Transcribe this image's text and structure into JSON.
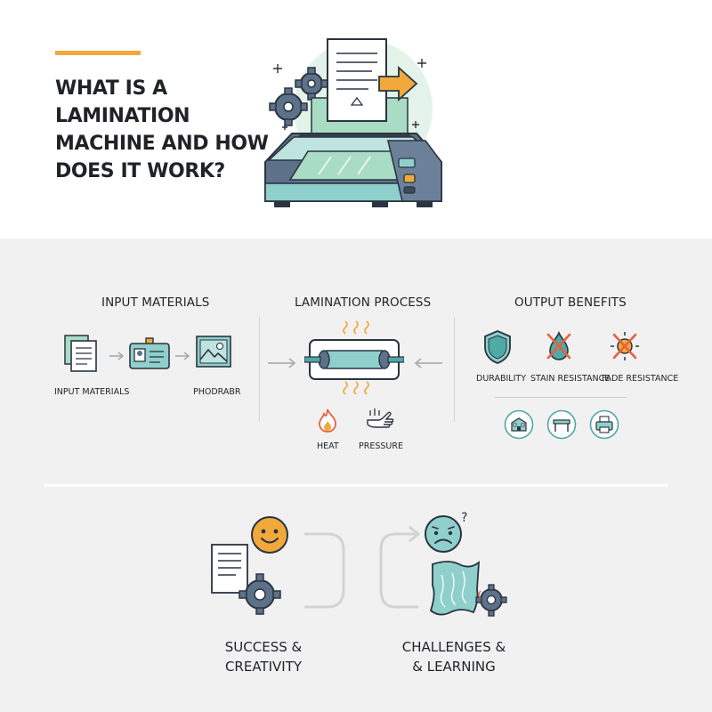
{
  "header": {
    "title": "What is a\nLamination\nMachine and How\nDoes it Work?",
    "accent_color": "#f2a93b"
  },
  "hero": {
    "icon": "laminator-machine-icon"
  },
  "sections": {
    "input": {
      "title": "INPUT MATERIALS",
      "items": [
        {
          "label": "INPUT MATERIALS",
          "icon": "documents-icon"
        },
        {
          "label": "",
          "icon": "id-card-icon"
        },
        {
          "label": "PHODRABR",
          "icon": "photo-icon"
        }
      ]
    },
    "process": {
      "title": "LAMINATION PROCESS",
      "icon": "roller-icon",
      "factors": [
        {
          "label": "HEAT",
          "icon": "flame-icon"
        },
        {
          "label": "PRESSURE",
          "icon": "press-hand-icon"
        }
      ]
    },
    "output": {
      "title": "OUTPUT BENEFITS",
      "benefits": [
        {
          "label": "DURABILITY",
          "icon": "shield-icon"
        },
        {
          "label": "STAIN RESISTANCE",
          "icon": "no-stain-icon"
        },
        {
          "label": "FADE RESISTANCE",
          "icon": "no-fade-icon"
        }
      ],
      "uses": [
        "school-icon",
        "desk-icon",
        "printer-icon"
      ]
    }
  },
  "outcomes": [
    {
      "label": "SUCCESS &\nCREATIVITY",
      "icon": "smiley-icon"
    },
    {
      "label": "CHALLENGES &\n& LEARNING",
      "icon": "worried-face-icon"
    }
  ],
  "colors": {
    "teal": "#4fa9a6",
    "mint": "#a9dcc4",
    "slate": "#5d7189",
    "orange": "#f2a93b",
    "dark": "#2a3440",
    "red": "#e8613c"
  }
}
